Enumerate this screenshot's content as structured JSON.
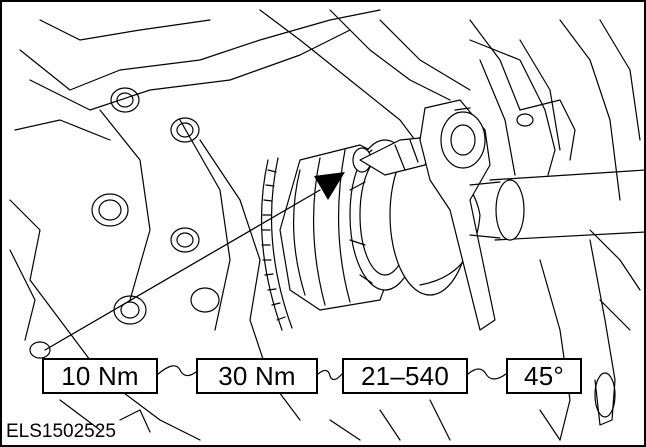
{
  "figure": {
    "id": "ELS1502525"
  },
  "callouts": {
    "torque_1": "10 Nm",
    "torque_2": "30 Nm",
    "tool": "21–540",
    "angle": "45°"
  },
  "colors": {
    "line": "#000000",
    "background": "#ffffff"
  }
}
